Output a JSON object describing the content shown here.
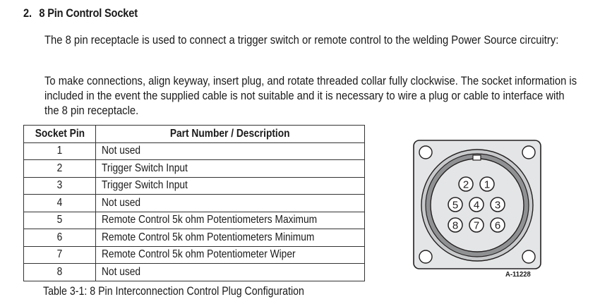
{
  "section": {
    "number": "2.",
    "title": "8 Pin Control Socket"
  },
  "paragraphs": [
    "The 8 pin receptacle is used to connect a trigger switch or remote control to the welding Power Source circuitry:",
    "To make connections, align keyway, insert plug, and rotate threaded collar fully clockwise. The socket information is included in the event the supplied cable is not suitable and it is necessary to wire a plug or cable to interface with the 8 pin receptacle."
  ],
  "table": {
    "headers": [
      "Socket Pin",
      "Part Number / Description"
    ],
    "rows": [
      {
        "pin": "1",
        "desc": "Not used"
      },
      {
        "pin": "2",
        "desc": "Trigger Switch Input"
      },
      {
        "pin": "3",
        "desc": "Trigger Switch Input"
      },
      {
        "pin": "4",
        "desc": "Not used"
      },
      {
        "pin": "5",
        "desc": "Remote Control 5k ohm Potentiometers Maximum"
      },
      {
        "pin": "6",
        "desc": "Remote Control 5k ohm Potentiometers Minimum"
      },
      {
        "pin": "7",
        "desc": "Remote Control 5k ohm Potentiometer Wiper"
      },
      {
        "pin": "8",
        "desc": "Not used"
      }
    ],
    "caption": "Table 3-1: 8 Pin Interconnection Control Plug Configuration"
  },
  "diagram": {
    "figure_id": "A-11228",
    "pin_labels": {
      "p1": "1",
      "p2": "2",
      "p3": "3",
      "p4": "4",
      "p5": "5",
      "p6": "6",
      "p7": "7",
      "p8": "8"
    },
    "colors": {
      "plate": "#e3e5e6",
      "ring": "#9a9c9e",
      "face": "#e3e5e6",
      "stroke": "#231f20"
    }
  }
}
